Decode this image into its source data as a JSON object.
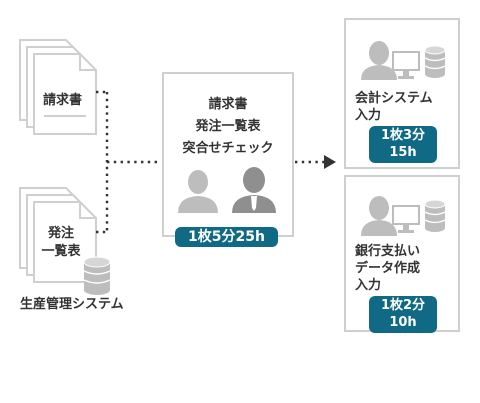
{
  "colors": {
    "badge": "#106a86",
    "border": "#cfcfcf",
    "icon_gray": "#bdbdbd",
    "icon_dark": "#8f8f8f",
    "text": "#333333",
    "dots": "#333333"
  },
  "documents": {
    "invoice": "請求書",
    "purchase_order": [
      "発注",
      "一覧表"
    ]
  },
  "source_system": "生産管理システム",
  "manual_check": {
    "lines": [
      "請求書",
      "発注一覧表",
      "突合せチェック"
    ],
    "time": "1枚5分25h"
  },
  "accounting_entry": {
    "lines": [
      "会計システム",
      "入力"
    ],
    "time": [
      "1枚3分",
      "15h"
    ]
  },
  "bank_entry": {
    "lines": [
      "銀行支払い",
      "データ作成",
      "入力"
    ],
    "time": [
      "1枚2分",
      "10h"
    ]
  },
  "icons": [
    "document-stack-icon",
    "database-icon",
    "person-icon",
    "computer-icon"
  ]
}
